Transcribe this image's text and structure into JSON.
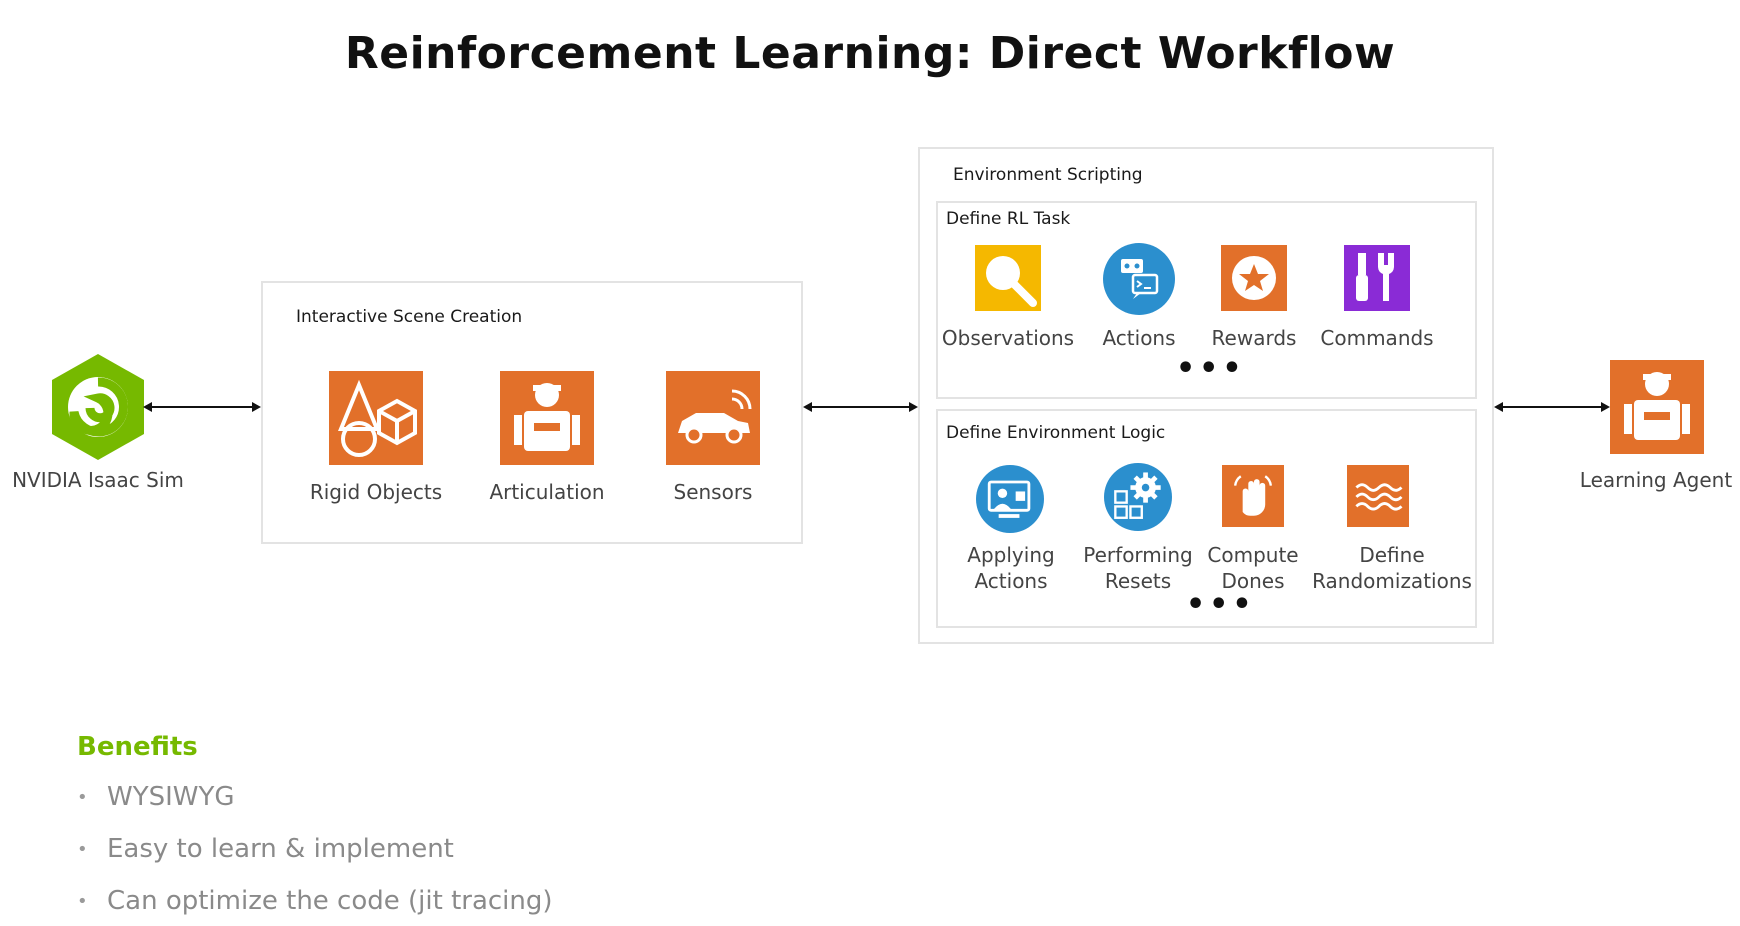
{
  "title": "Reinforcement Learning: Direct Workflow",
  "isaac_sim": {
    "label": "NVIDIA Isaac Sim",
    "icon": "isaac-sim-logo"
  },
  "scene_creation": {
    "label": "Interactive Scene Creation",
    "items": [
      {
        "label": "Rigid Objects",
        "icon": "rigid-objects-icon"
      },
      {
        "label": "Articulation",
        "icon": "articulation-robot-icon"
      },
      {
        "label": "Sensors",
        "icon": "car-sensor-icon"
      }
    ]
  },
  "environment_scripting": {
    "label": "Environment Scripting",
    "rl_task": {
      "label": "Define RL Task",
      "items": [
        {
          "label": "Observations",
          "icon": "magnifier-icon"
        },
        {
          "label": "Actions",
          "icon": "robot-chat-icon"
        },
        {
          "label": "Rewards",
          "icon": "star-badge-icon"
        },
        {
          "label": "Commands",
          "icon": "tools-icon"
        }
      ],
      "more": "•••"
    },
    "env_logic": {
      "label": "Define Environment Logic",
      "items": [
        {
          "label": "Applying Actions",
          "icon": "monitor-person-icon"
        },
        {
          "label": "Performing Resets",
          "icon": "gear-grid-icon"
        },
        {
          "label": "Compute Dones",
          "icon": "hand-stop-icon"
        },
        {
          "label": "Define Randomizations",
          "icon": "waves-icon"
        }
      ],
      "more": "•••"
    }
  },
  "learning_agent": {
    "label": "Learning Agent",
    "icon": "agent-robot-icon"
  },
  "benefits": {
    "title": "Benefits",
    "items": [
      "WYSIWYG",
      "Easy to learn & implement",
      "Can optimize the code (jit tracing)"
    ]
  },
  "colors": {
    "accent_green": "#76b900",
    "tile_orange": "#e2702a",
    "icon_blue": "#2b8fce",
    "icon_yellow": "#f5b800",
    "icon_purple": "#8a2bd6"
  }
}
